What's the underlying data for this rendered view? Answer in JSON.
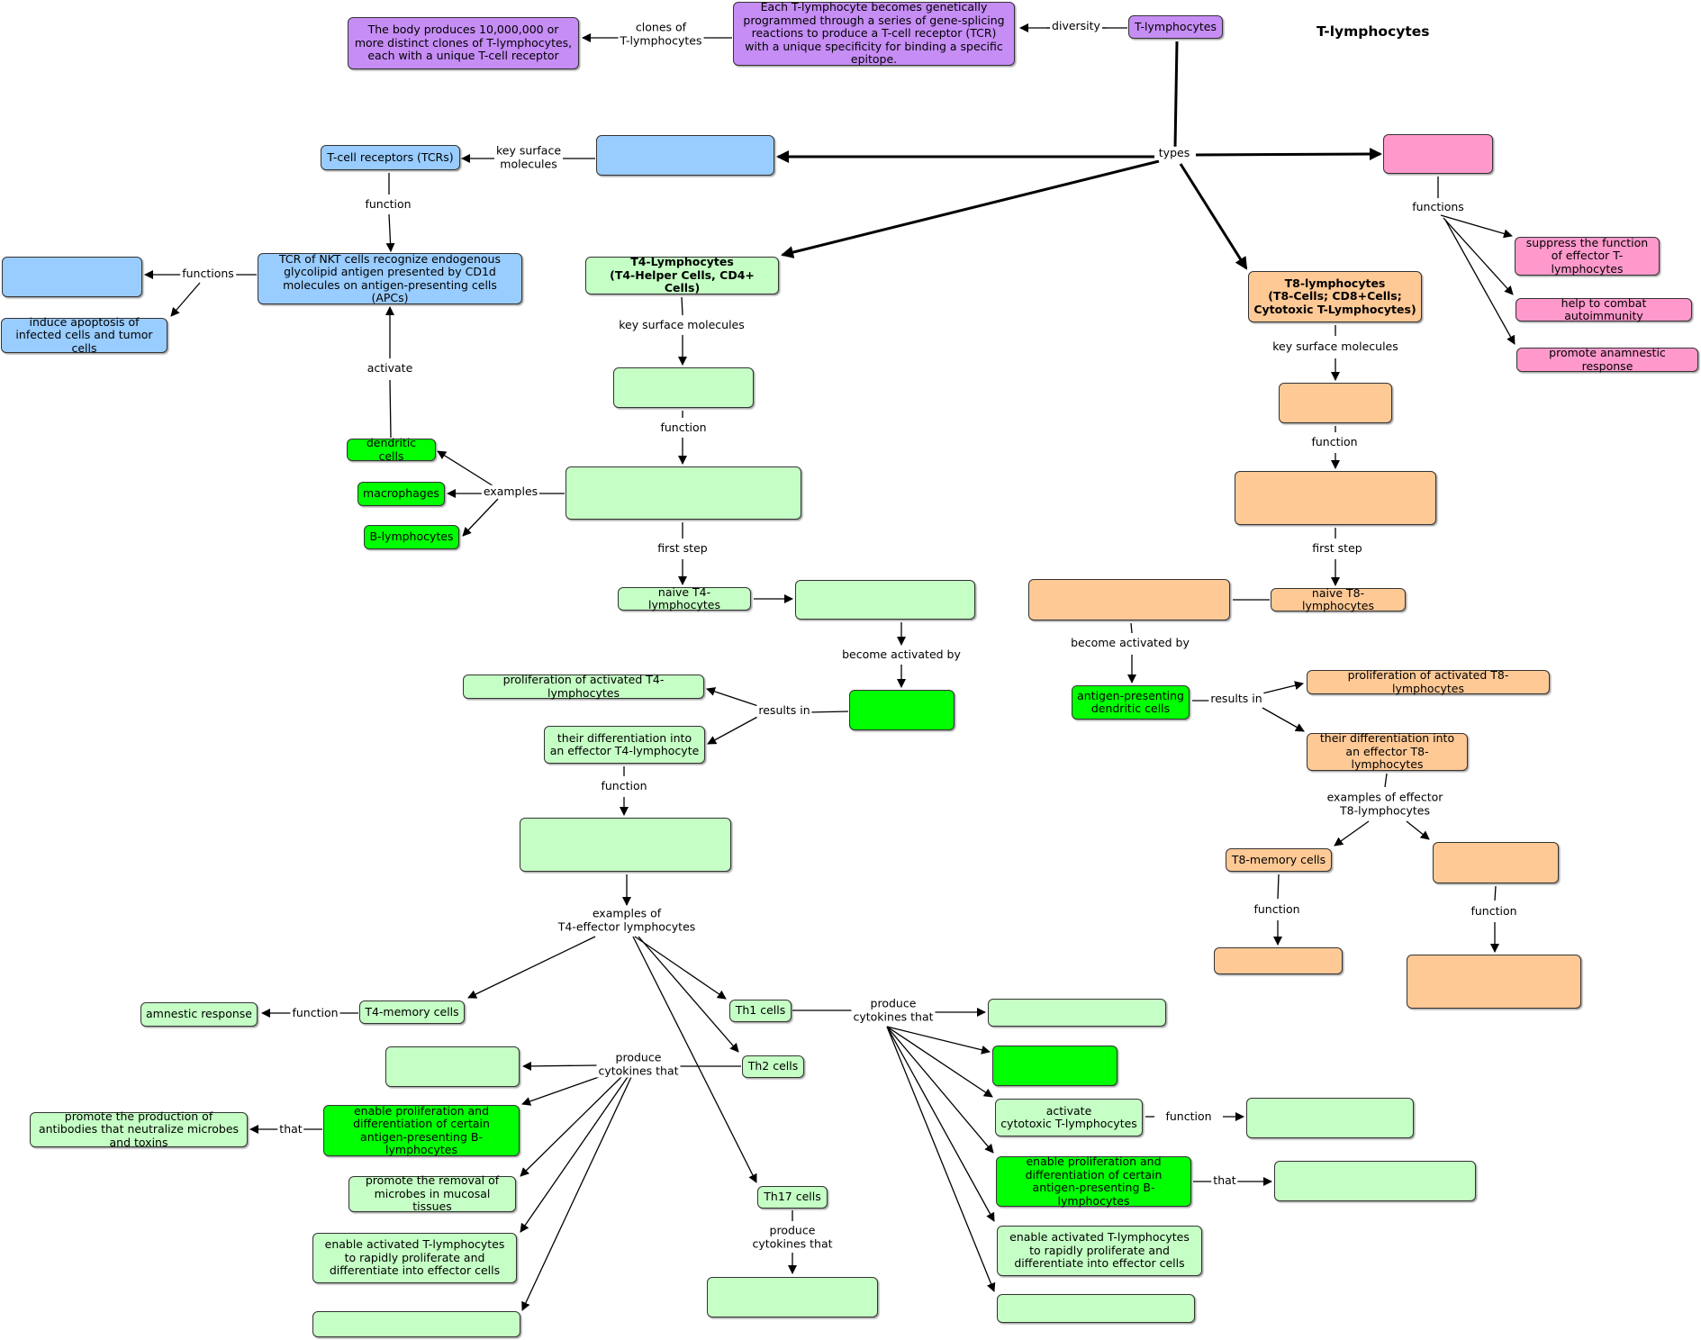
{
  "title": "T-lymphocytes",
  "colors": {
    "purple": "#c68df5",
    "blue": "#99ccff",
    "pink": "#ff99cc",
    "light_green": "#c5ffc5",
    "bright_green": "#00ff00",
    "orange": "#ffc996"
  },
  "nodes": {
    "tlymph": "T-lymphocytes",
    "genesplice": "Each T-lymphocyte becomes genetically programmed through a series of gene-splicing reactions to produce a T-cell receptor (TCR) with a unique specificity for binding a specific epitope.",
    "clones": "The body produces 10,000,000 or more distinct clones of T-lymphocytes, each with a unique T-cell receptor",
    "blue_type": "",
    "tcrs": "T-cell receptors (TCRs)",
    "tcr_nkt": "TCR of NKT cells recognize endogenous glycolipid antigen presented by CD1d molecules on antigen-presenting cells (APCs)",
    "blue_func1": "",
    "apoptosis": "induce apoptosis of infected cells and tumor cells",
    "dendritic": "dendritic cells",
    "macrophages": "macrophages",
    "blymph": "B-lymphocytes",
    "t4": "T4-Lymphocytes\n(T4-Helper Cells, CD4+ Cells)",
    "t4_ksm": "",
    "t4_func": "",
    "naive_t4": "naive T4-lymphocytes",
    "t4_after_naive": "",
    "t4_activator": "",
    "prolif_t4": "proliferation of activated T4-lymphocytes",
    "diff_t4": "their differentiation into an effector T4-lymphocyte",
    "t4_eff_func": "",
    "t4mem": "T4-memory cells",
    "amnestic": "amnestic response",
    "th1": "Th1 cells",
    "th2": "Th2 cells",
    "th17": "Th17 cells",
    "th2_a": "",
    "th2_b": "enable proliferation and differentiation of certain antigen-presenting B-lymphocytes",
    "antibodies": "promote the production of antibodies that neutralize microbes and toxins",
    "th2_c": "promote the removal of microbes in mucosal tissues",
    "th2_d": "enable activated T-lymphocytes to rapidly proliferate and differentiate into effector cells",
    "th2_e": "",
    "th17_a": "",
    "th1_a": "",
    "th1_b": "",
    "th1_c": "activate\ncytotoxic T-lymphocytes",
    "th1_c_func": "",
    "th1_d": "enable proliferation and differentiation of certain antigen-presenting B-lymphocytes",
    "th1_d_that": "",
    "th1_e": "enable activated T-lymphocytes to rapidly proliferate and differentiate into effector cells",
    "th1_f": "",
    "pink_type": "",
    "suppress": "suppress the function of effector T-lymphocytes",
    "autoimmunity": "help to combat autoimmunity",
    "anamnestic": "promote anamnestic response",
    "t8": "T8-lymphocytes\n(T8-Cells; CD8+Cells;\nCytotoxic T-Lymphocytes)",
    "t8_ksm": "",
    "t8_func": "",
    "naive_t8": "naive T8-lymphocytes",
    "t8_before_naive": "",
    "apc_dendritic": "antigen-presenting dendritic cells",
    "prolif_t8": "proliferation of activated T8-lymphocytes",
    "diff_t8": "their differentiation into an effector T8-lymphocytes",
    "t8mem": "T8-memory cells",
    "t8mem_func": "",
    "t8_eff2": "",
    "t8_eff2_func": ""
  },
  "labels": {
    "diversity": "diversity",
    "clones_of": "clones of\nT-lymphocytes",
    "types": "types",
    "key_surface_blue": "key surface\nmolecules",
    "function_tcr": "function",
    "functions_nkt": "functions",
    "activate": "activate",
    "examples_apc": "examples",
    "ksm_t4": "key surface molecules",
    "function_t4": "function",
    "first_step_t4": "first step",
    "become_activated_t4": "become activated by",
    "results_in_t4": "results in",
    "function_diff_t4": "function",
    "examples_t4_eff": "examples of\nT4-effector lymphocytes",
    "function_t4mem": "function",
    "produce_th1": "produce\ncytokines that",
    "produce_th2": "produce\ncytokines that",
    "that_th2": "that",
    "produce_th17": "produce\ncytokines that",
    "function_th1": "function",
    "that_th1": "that",
    "functions_pink": "functions",
    "ksm_t8": "key surface molecules",
    "function_t8": "function",
    "first_step_t8": "first step",
    "become_activated_t8": "become activated by",
    "results_in_t8": "results in",
    "examples_t8_eff": "examples of effector\nT8-lymphocytes",
    "function_t8mem": "function",
    "function_t8eff2": "function"
  }
}
